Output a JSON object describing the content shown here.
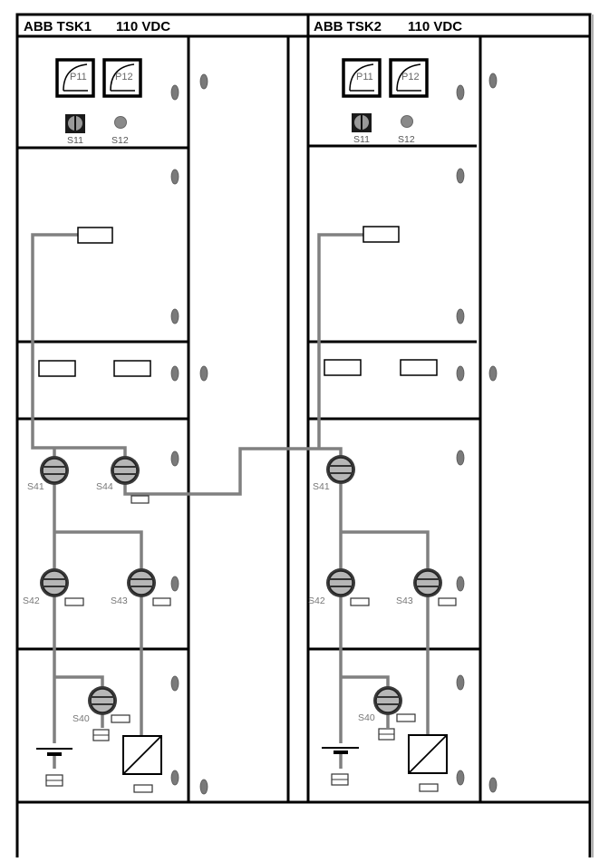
{
  "diagram": {
    "type": "switchgear-cabinet-front-view",
    "colors": {
      "frame": "#000000",
      "wire": "#808080",
      "handle": "#7a7a7a",
      "switch_fill": "#b4b4b4",
      "label": "#777777"
    },
    "cabinets": [
      {
        "id": "tsk1",
        "title": "ABB TSK1",
        "voltage": "110 VDC",
        "meters": [
          {
            "label": "P11"
          },
          {
            "label": "P12"
          }
        ],
        "selector": {
          "label": "S11"
        },
        "lamp": {
          "label": "S12"
        },
        "switches": [
          {
            "label": "S41"
          },
          {
            "label": "S44"
          },
          {
            "label": "S42"
          },
          {
            "label": "S43"
          },
          {
            "label": "S40"
          }
        ]
      },
      {
        "id": "tsk2",
        "title": "ABB TSK2",
        "voltage": "110 VDC",
        "meters": [
          {
            "label": "P11"
          },
          {
            "label": "P12"
          }
        ],
        "selector": {
          "label": "S11"
        },
        "lamp": {
          "label": "S12"
        },
        "switches": [
          {
            "label": "S41"
          },
          {
            "label": "S42"
          },
          {
            "label": "S43"
          },
          {
            "label": "S40"
          }
        ]
      }
    ]
  }
}
